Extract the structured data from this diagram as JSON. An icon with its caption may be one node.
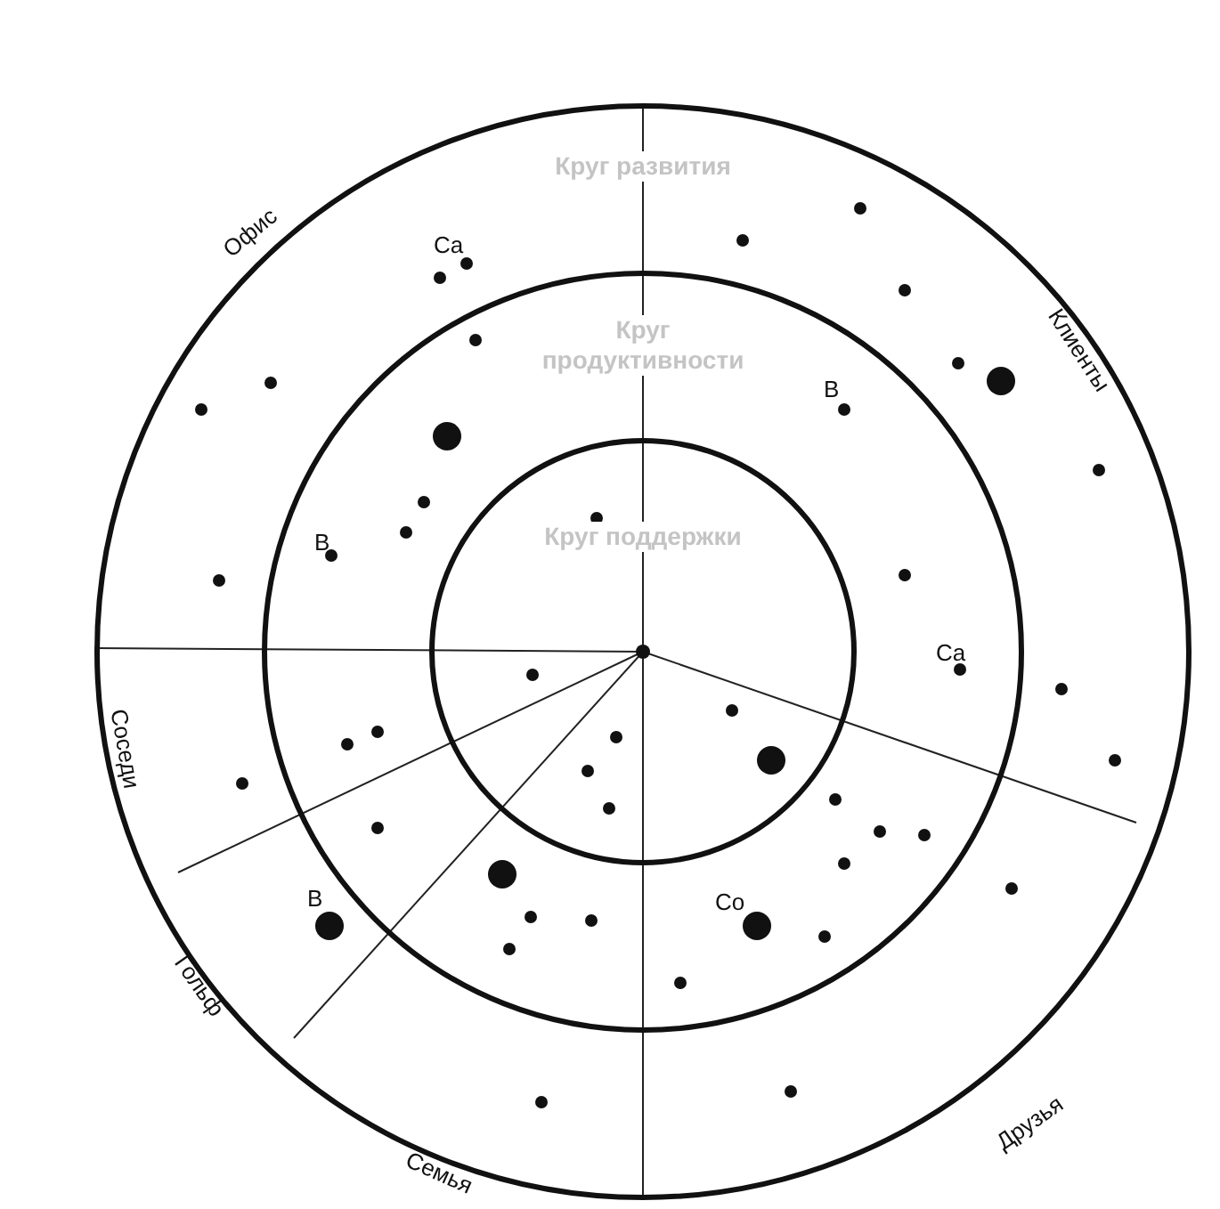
{
  "diagram": {
    "nodes": [
      {
        "text": [
          "Круг развития"
        ]
      },
      {
        "text": [
          "Круг продуктивности"
        ],
        "in": 0
      },
      {
        "text": [
          "Круг поддержки"
        ],
        "in": 1
      }
    ],
    "labels": [
      "Офис",
      "Клиенты",
      "Соседи",
      "Гольф",
      "Семья",
      "Друзья",
      "Ca",
      "B",
      "B",
      "Ca",
      "Co",
      "B"
    ]
  }
}
